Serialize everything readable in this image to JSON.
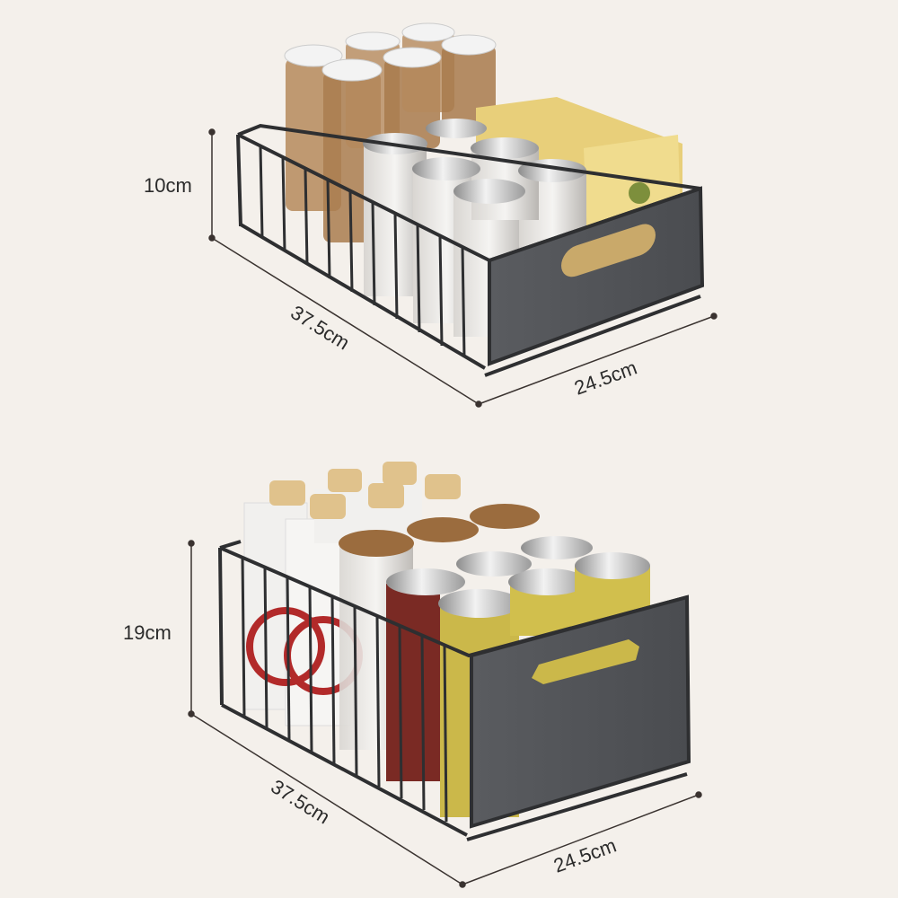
{
  "top_basket": {
    "height_label": "10cm",
    "length_label": "37.5cm",
    "width_label": "24.5cm"
  },
  "bottom_basket": {
    "height_label": "19cm",
    "length_label": "37.5cm",
    "width_label": "24.5cm"
  },
  "colors": {
    "background": "#f4f0eb",
    "basket_frame": "#2e2f31",
    "basket_panel": "#55575a",
    "dimension_line": "#3a3330"
  }
}
